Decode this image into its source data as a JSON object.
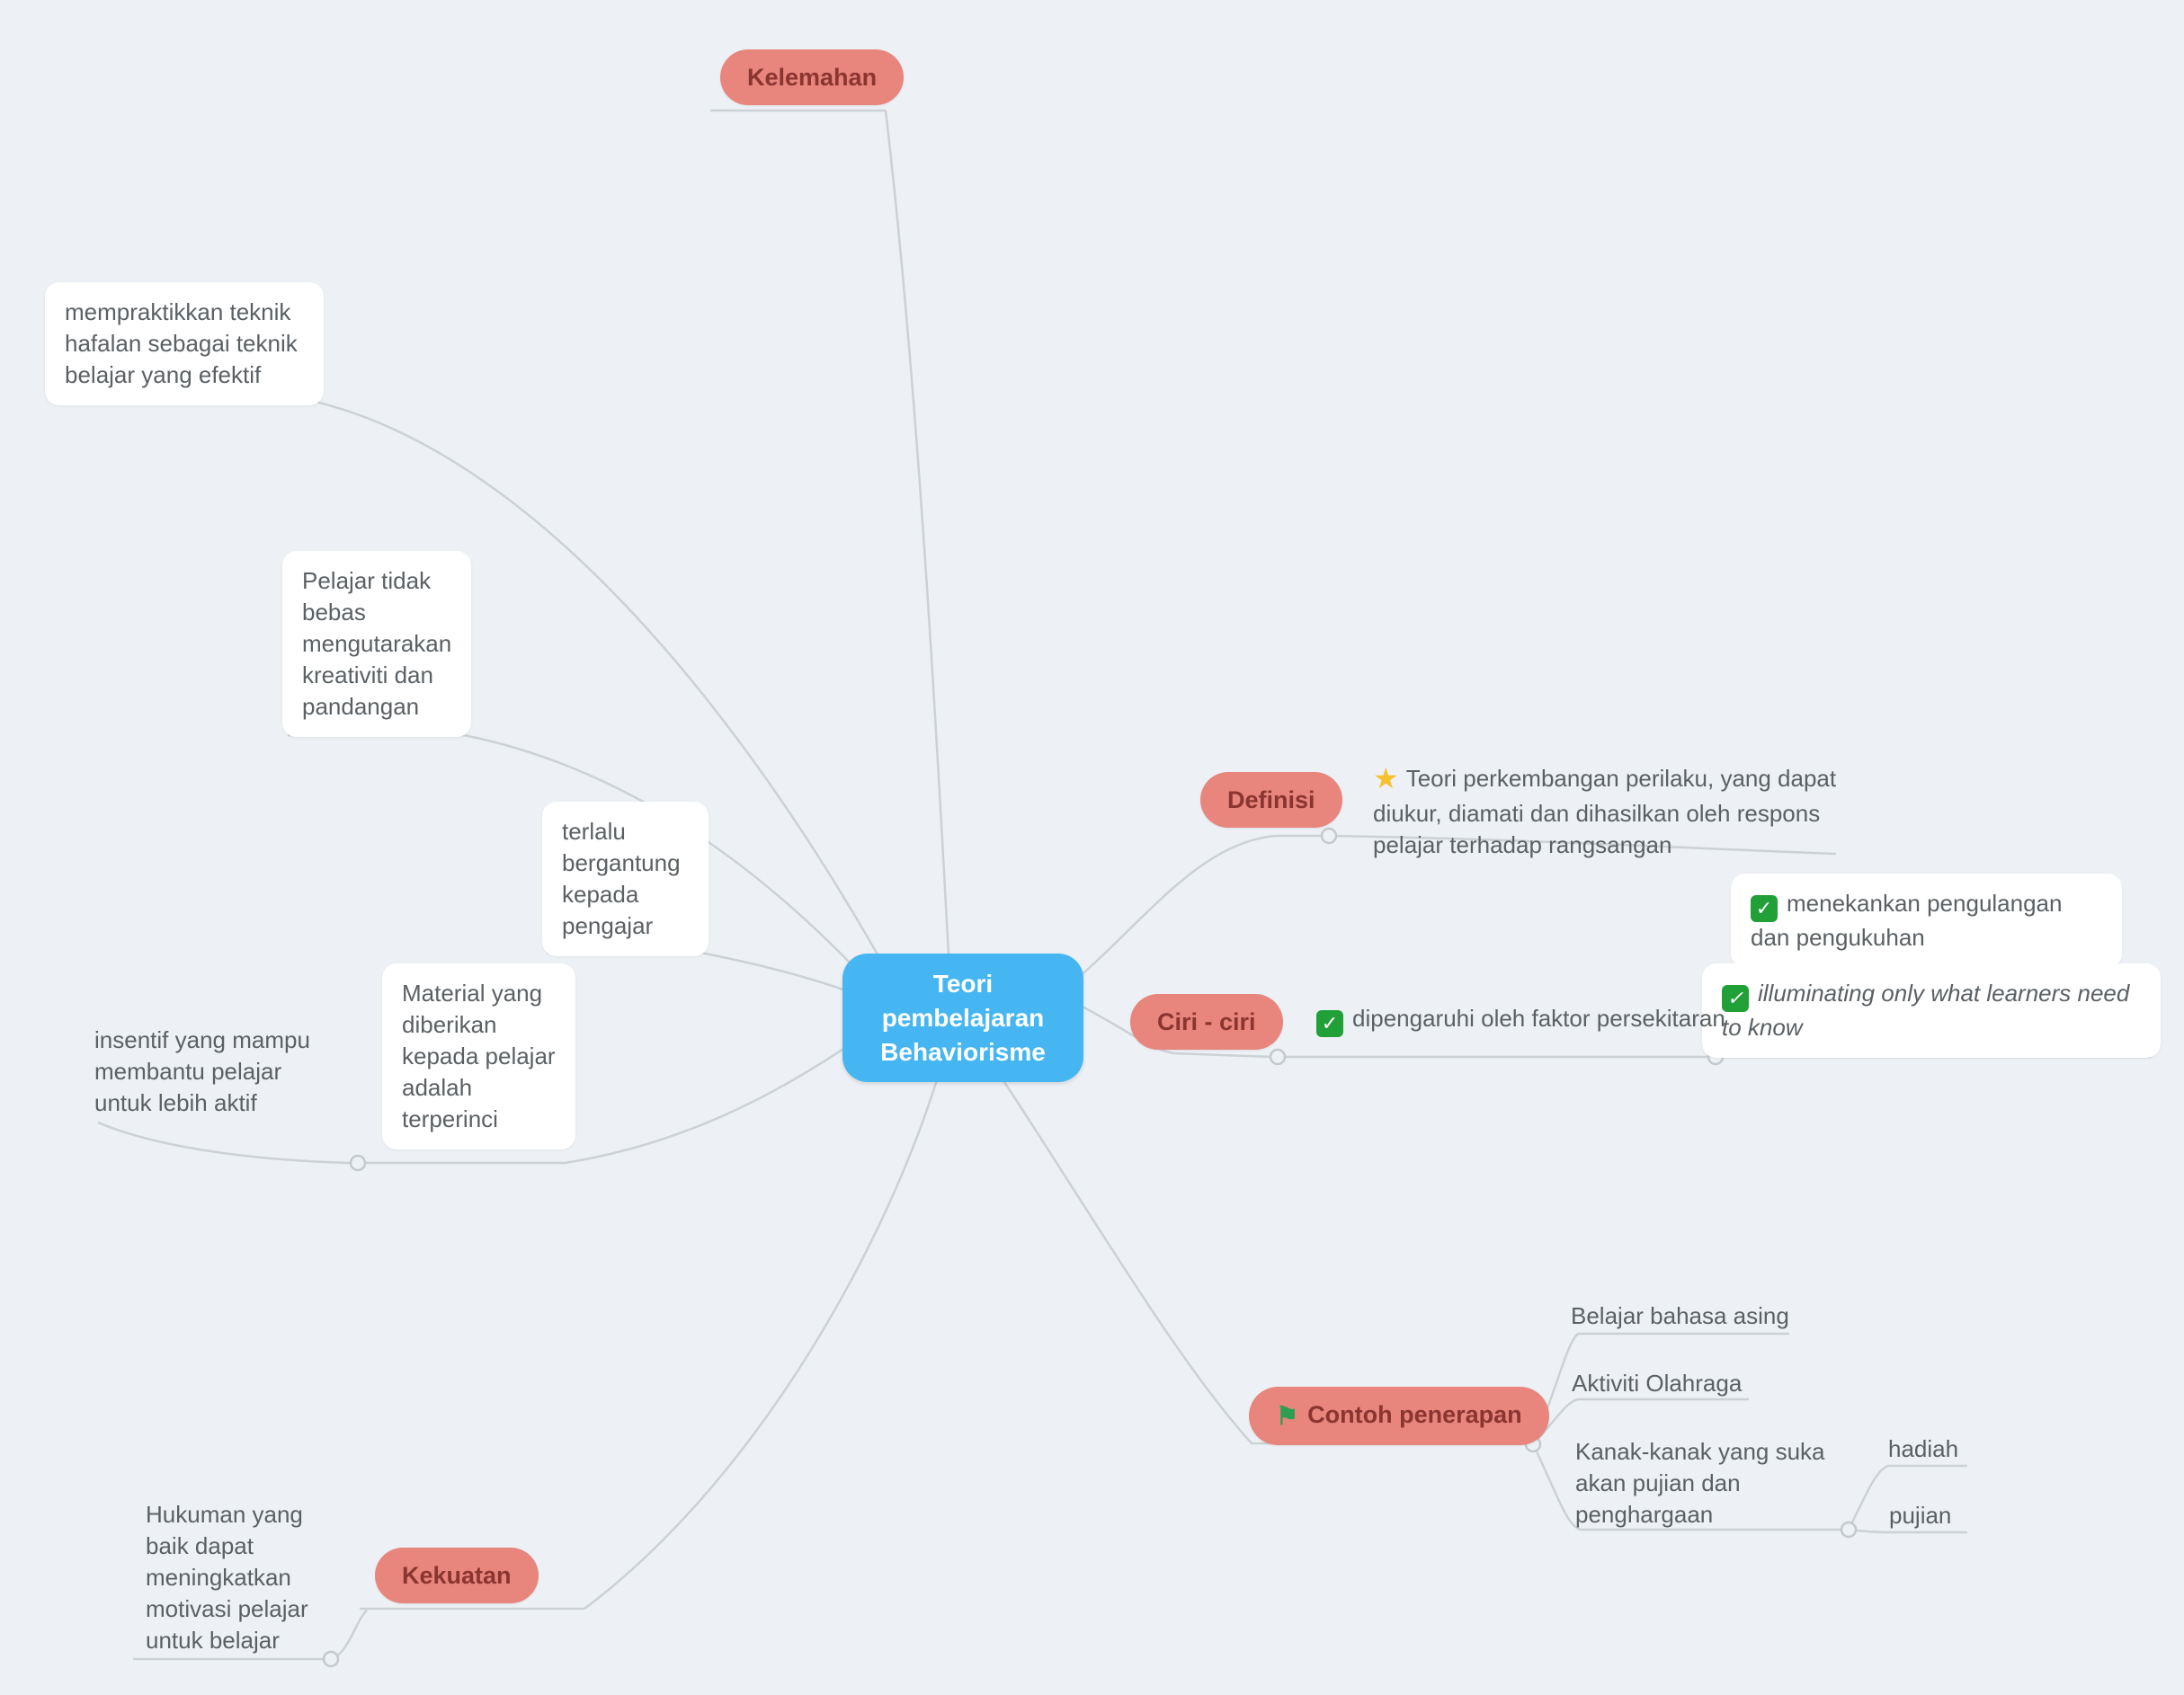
{
  "app": {
    "title": "Teori pembelajaran Behaviorisme mind map",
    "bg": "#edf1f5"
  },
  "colors": {
    "center_bg": "#45b6f2",
    "center_text": "#ffffff",
    "branch_pill_bg": "#e8857d",
    "branch_pill_text": "#8a3530",
    "card_bg": "#ffffff",
    "item_text": "#5a6064",
    "line": "#ccd1d5",
    "star": "#f6c12f",
    "check": "#21a038",
    "flag": "#2e9e52"
  },
  "icons": {
    "star": "★",
    "check": "✓",
    "flag": "⚑"
  },
  "center": {
    "line1": "Teori pembelajaran",
    "line2": "Behaviorisme"
  },
  "branches": {
    "kelemahan": {
      "label": "Kelemahan",
      "items": [
        {
          "text": "mempraktikkan teknik hafalan sebagai teknik belajar yang efektif"
        },
        {
          "text": "Pelajar tidak bebas mengutarakan kreativiti dan pandangan"
        },
        {
          "text": "terlalu bergantung kepada pengajar"
        }
      ]
    },
    "definisi": {
      "label": "Definisi",
      "text": "Teori perkembangan perilaku, yang dapat diukur, diamati dan dihasilkan oleh respons pelajar terhadap rangsangan"
    },
    "ciri": {
      "label": "Ciri - ciri",
      "items": [
        {
          "text": "menekankan pengulangan dan pengukuhan"
        },
        {
          "text": "illuminating only what learners need to know"
        },
        {
          "text": "dipengaruhi oleh faktor persekitaran"
        }
      ]
    },
    "contoh": {
      "label": "Contoh penerapan",
      "items": [
        {
          "text": "Belajar bahasa asing"
        },
        {
          "text": "Aktiviti Olahraga"
        },
        {
          "text": "Kanak-kanak yang suka akan pujian dan penghargaan"
        }
      ],
      "subitems": [
        {
          "text": "hadiah"
        },
        {
          "text": "pujian"
        }
      ]
    },
    "kekuatan": {
      "label": "Kekuatan",
      "items": [
        {
          "text": "Hukuman yang baik dapat meningkatkan motivasi pelajar untuk belajar"
        },
        {
          "text": "insentif yang mampu membantu pelajar untuk lebih aktif"
        },
        {
          "text": "Material yang diberikan kepada pelajar adalah terperinci"
        }
      ]
    }
  }
}
